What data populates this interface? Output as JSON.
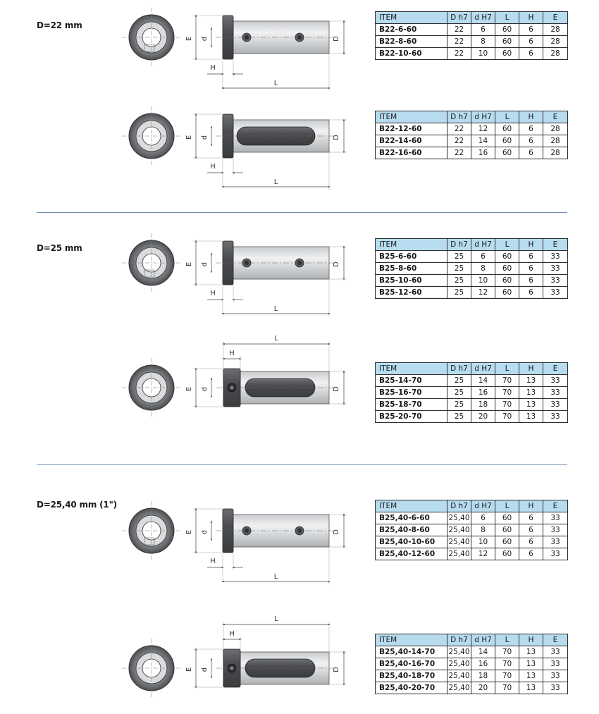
{
  "columns": [
    "ITEM",
    "D h7",
    "d H7",
    "L",
    "H",
    "E"
  ],
  "dim_labels": {
    "E": "E",
    "d": "d",
    "D": "D",
    "H": "H",
    "L": "L"
  },
  "sections": [
    {
      "title": "D=22 mm",
      "groups": [
        {
          "variant": "holes-flange",
          "rows": [
            [
              "B22-6-60",
              "22",
              "6",
              "60",
              "6",
              "28"
            ],
            [
              "B22-8-60",
              "22",
              "8",
              "60",
              "6",
              "28"
            ],
            [
              "B22-10-60",
              "22",
              "10",
              "60",
              "6",
              "28"
            ]
          ]
        },
        {
          "variant": "slot-flange",
          "rows": [
            [
              "B22-12-60",
              "22",
              "12",
              "60",
              "6",
              "28"
            ],
            [
              "B22-14-60",
              "22",
              "14",
              "60",
              "6",
              "28"
            ],
            [
              "B22-16-60",
              "22",
              "16",
              "60",
              "6",
              "28"
            ]
          ]
        }
      ]
    },
    {
      "title": "D=25 mm",
      "groups": [
        {
          "variant": "holes-flange",
          "rows": [
            [
              "B25-6-60",
              "25",
              "6",
              "60",
              "6",
              "33"
            ],
            [
              "B25-8-60",
              "25",
              "8",
              "60",
              "6",
              "33"
            ],
            [
              "B25-10-60",
              "25",
              "10",
              "60",
              "6",
              "33"
            ],
            [
              "B25-12-60",
              "25",
              "12",
              "60",
              "6",
              "33"
            ]
          ]
        },
        {
          "variant": "slot-collar",
          "rows": [
            [
              "B25-14-70",
              "25",
              "14",
              "70",
              "13",
              "33"
            ],
            [
              "B25-16-70",
              "25",
              "16",
              "70",
              "13",
              "33"
            ],
            [
              "B25-18-70",
              "25",
              "18",
              "70",
              "13",
              "33"
            ],
            [
              "B25-20-70",
              "25",
              "20",
              "70",
              "13",
              "33"
            ]
          ]
        }
      ]
    },
    {
      "title": "D=25,40 mm (1\")",
      "groups": [
        {
          "variant": "holes-flange",
          "rows": [
            [
              "B25,40-6-60",
              "25,40",
              "6",
              "60",
              "6",
              "33"
            ],
            [
              "B25,40-8-60",
              "25,40",
              "8",
              "60",
              "6",
              "33"
            ],
            [
              "B25,40-10-60",
              "25,40",
              "10",
              "60",
              "6",
              "33"
            ],
            [
              "B25,40-12-60",
              "25,40",
              "12",
              "60",
              "6",
              "33"
            ]
          ]
        },
        {
          "variant": "slot-collar",
          "rows": [
            [
              "B25,40-14-70",
              "25,40",
              "14",
              "70",
              "13",
              "33"
            ],
            [
              "B25,40-16-70",
              "25,40",
              "16",
              "70",
              "13",
              "33"
            ],
            [
              "B25,40-18-70",
              "25,40",
              "18",
              "70",
              "13",
              "33"
            ],
            [
              "B25,40-20-70",
              "25,40",
              "20",
              "70",
              "13",
              "33"
            ]
          ]
        }
      ]
    }
  ]
}
